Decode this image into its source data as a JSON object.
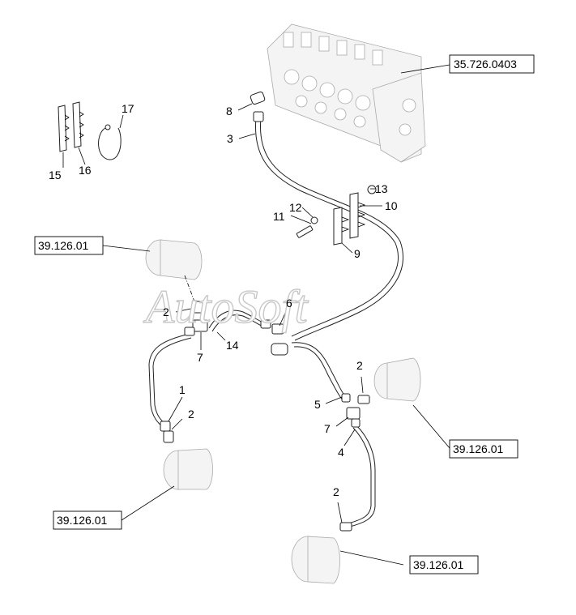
{
  "references": {
    "valve_block": "35.726.0403",
    "motor_upper_left": "39.126.01",
    "motor_right": "39.126.01",
    "motor_lower_left": "39.126.01",
    "motor_bottom": "39.126.01"
  },
  "callouts": {
    "c1": "1",
    "c2a": "2",
    "c2b": "2",
    "c2c": "2",
    "c2d": "2",
    "c3": "3",
    "c4": "4",
    "c5": "5",
    "c6": "6",
    "c7a": "7",
    "c7b": "7",
    "c8": "8",
    "c9": "9",
    "c10": "10",
    "c11": "11",
    "c12": "12",
    "c13": "13",
    "c14": "14",
    "c15": "15",
    "c16": "16",
    "c17": "17"
  },
  "watermark": "AutoSoft"
}
